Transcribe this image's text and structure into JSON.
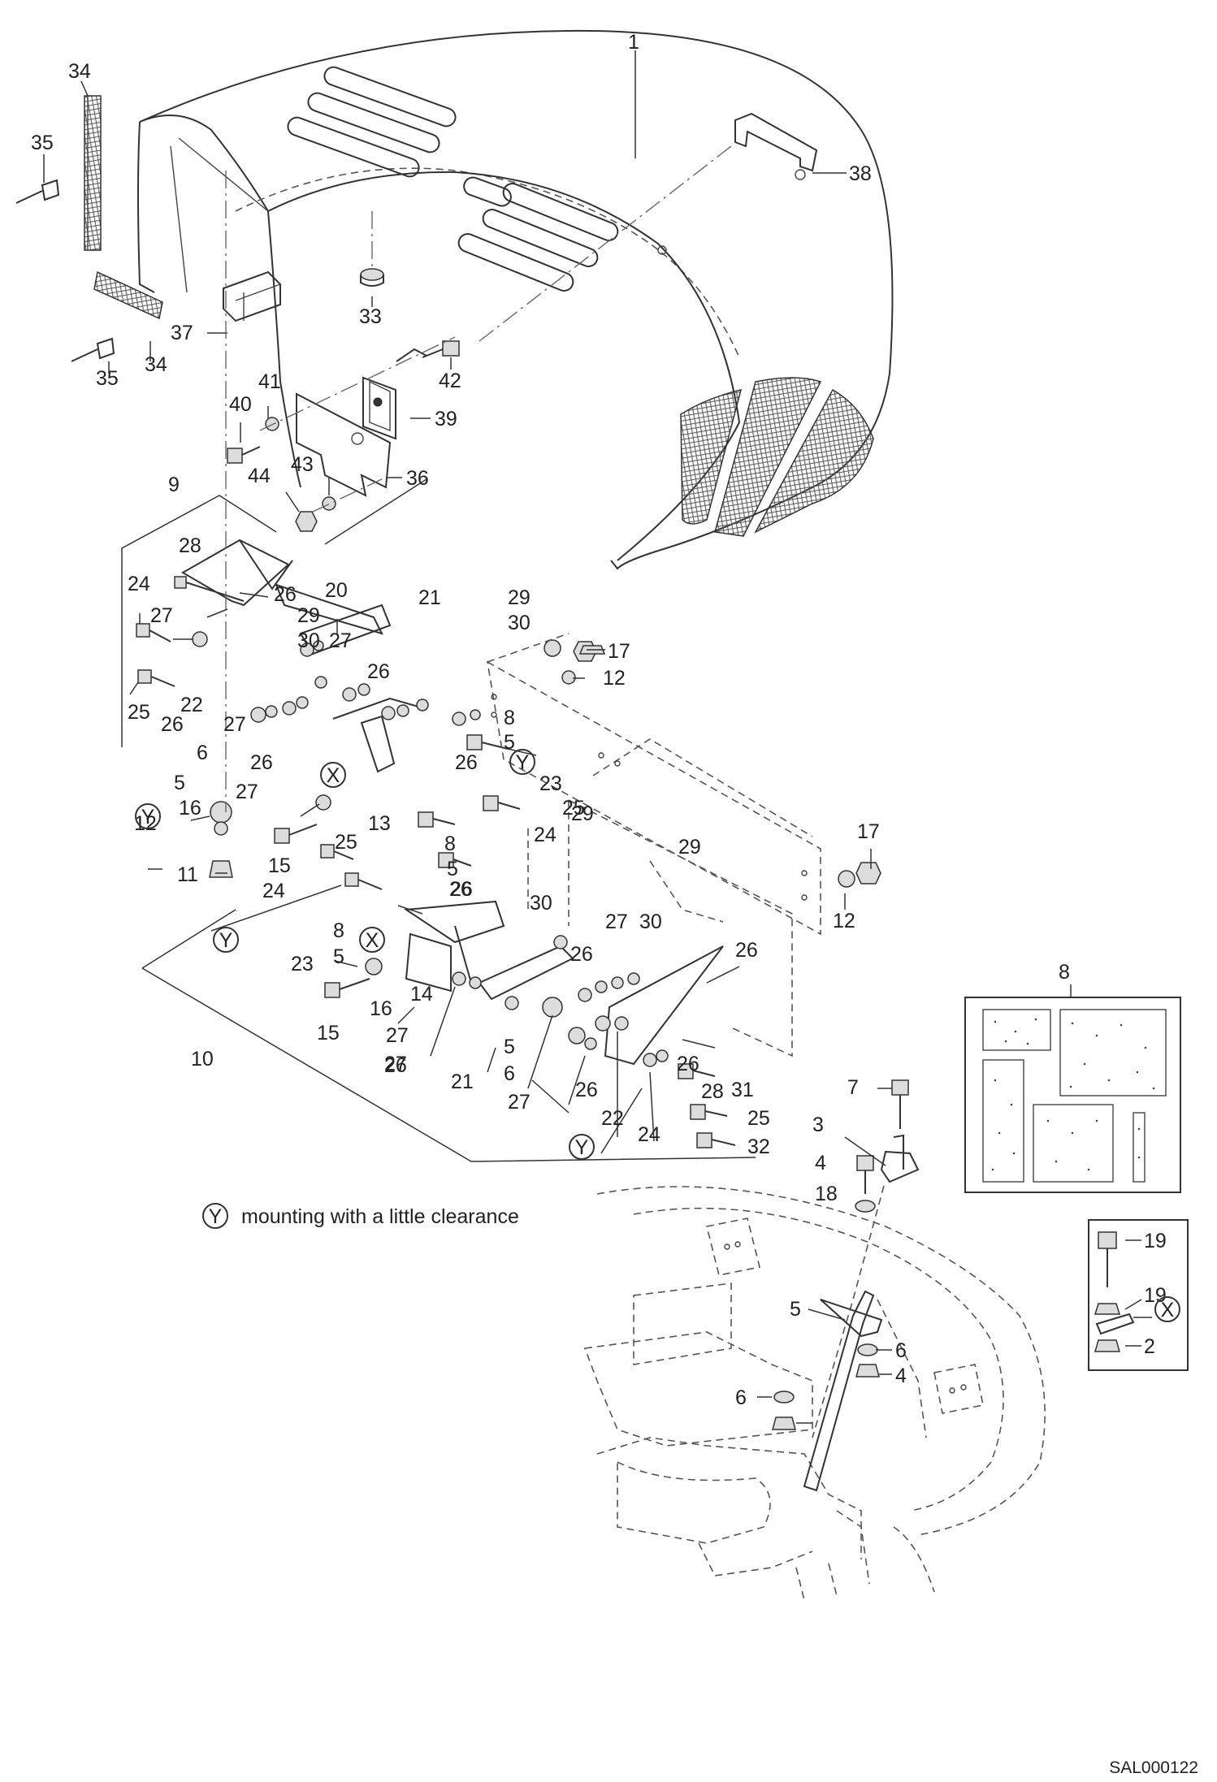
{
  "drawing_code": "SAL000122",
  "note": {
    "marker": "Y",
    "text": "mounting with a little clearance"
  },
  "callouts": [
    {
      "id": "c1",
      "text": "1"
    },
    {
      "id": "c38",
      "text": "38"
    },
    {
      "id": "c34a",
      "text": "34"
    },
    {
      "id": "c35a",
      "text": "35"
    },
    {
      "id": "c37",
      "text": "37"
    },
    {
      "id": "c35b",
      "text": "35"
    },
    {
      "id": "c34b",
      "text": "34"
    },
    {
      "id": "c33",
      "text": "33"
    },
    {
      "id": "c42",
      "text": "42"
    },
    {
      "id": "c40",
      "text": "40"
    },
    {
      "id": "c41",
      "text": "41"
    },
    {
      "id": "c39",
      "text": "39"
    },
    {
      "id": "c44",
      "text": "44"
    },
    {
      "id": "c43",
      "text": "43"
    },
    {
      "id": "c36",
      "text": "36"
    },
    {
      "id": "c9",
      "text": "9"
    },
    {
      "id": "c28a",
      "text": "28"
    },
    {
      "id": "c24a",
      "text": "24"
    },
    {
      "id": "c26a",
      "text": "26"
    },
    {
      "id": "c20",
      "text": "20"
    },
    {
      "id": "c27a",
      "text": "27"
    },
    {
      "id": "c29a",
      "text": "29"
    },
    {
      "id": "c21a",
      "text": "21"
    },
    {
      "id": "c29b",
      "text": "29"
    },
    {
      "id": "c30a",
      "text": "30"
    },
    {
      "id": "c30b",
      "text": "30"
    },
    {
      "id": "c27b",
      "text": "27"
    },
    {
      "id": "c26b",
      "text": "26"
    },
    {
      "id": "c17a",
      "text": "17"
    },
    {
      "id": "c12a",
      "text": "12"
    },
    {
      "id": "c25a",
      "text": "25"
    },
    {
      "id": "c22a",
      "text": "22"
    },
    {
      "id": "c27c",
      "text": "27"
    },
    {
      "id": "c26c",
      "text": "26"
    },
    {
      "id": "c6a",
      "text": "6"
    },
    {
      "id": "c8a",
      "text": "8"
    },
    {
      "id": "c5a",
      "text": "5"
    },
    {
      "id": "c26d",
      "text": "26"
    },
    {
      "id": "c5b",
      "text": "5"
    },
    {
      "id": "c26e",
      "text": "26"
    },
    {
      "id": "c27d",
      "text": "27"
    },
    {
      "id": "c23a",
      "text": "23"
    },
    {
      "id": "c25b",
      "text": "25"
    },
    {
      "id": "c16a",
      "text": "16"
    },
    {
      "id": "c13",
      "text": "13"
    },
    {
      "id": "c24b",
      "text": "24"
    },
    {
      "id": "c12b",
      "text": "12"
    },
    {
      "id": "c8b",
      "text": "8"
    },
    {
      "id": "c5c",
      "text": "5"
    },
    {
      "id": "c15a",
      "text": "15"
    },
    {
      "id": "c25c",
      "text": "25"
    },
    {
      "id": "c11",
      "text": "11"
    },
    {
      "id": "c24c",
      "text": "24"
    },
    {
      "id": "c26f",
      "text": "26"
    },
    {
      "id": "c29c",
      "text": "29"
    },
    {
      "id": "c29d",
      "text": "29"
    },
    {
      "id": "c17b",
      "text": "17"
    },
    {
      "id": "c12c",
      "text": "12"
    },
    {
      "id": "c30c",
      "text": "30"
    },
    {
      "id": "c27e",
      "text": "27"
    },
    {
      "id": "c30d",
      "text": "30"
    },
    {
      "id": "c23b",
      "text": "23"
    },
    {
      "id": "c8c",
      "text": "8"
    },
    {
      "id": "c5d",
      "text": "5"
    },
    {
      "id": "c26g",
      "text": "26"
    },
    {
      "id": "c26h",
      "text": "26"
    },
    {
      "id": "c14",
      "text": "14"
    },
    {
      "id": "c16b",
      "text": "16"
    },
    {
      "id": "c15b",
      "text": "15"
    },
    {
      "id": "c27f",
      "text": "27"
    },
    {
      "id": "c10",
      "text": "10"
    },
    {
      "id": "c26i",
      "text": "26"
    },
    {
      "id": "c5e",
      "text": "5"
    },
    {
      "id": "c6b",
      "text": "6"
    },
    {
      "id": "c26j",
      "text": "26"
    },
    {
      "id": "c21b",
      "text": "21"
    },
    {
      "id": "c27g",
      "text": "27"
    },
    {
      "id": "c27h",
      "text": "27"
    },
    {
      "id": "c26k",
      "text": "26"
    },
    {
      "id": "c26l",
      "text": "26"
    },
    {
      "id": "c28b",
      "text": "28"
    },
    {
      "id": "c31",
      "text": "31"
    },
    {
      "id": "c22b",
      "text": "22"
    },
    {
      "id": "c24d",
      "text": "24"
    },
    {
      "id": "c25d",
      "text": "25"
    },
    {
      "id": "c32",
      "text": "32"
    },
    {
      "id": "c8d",
      "text": "8"
    },
    {
      "id": "c7",
      "text": "7"
    },
    {
      "id": "c3",
      "text": "3"
    },
    {
      "id": "c4a",
      "text": "4"
    },
    {
      "id": "c18",
      "text": "18"
    },
    {
      "id": "c19a",
      "text": "19"
    },
    {
      "id": "c19b",
      "text": "19"
    },
    {
      "id": "c2",
      "text": "2"
    },
    {
      "id": "c5f",
      "text": "5"
    },
    {
      "id": "c6c",
      "text": "6"
    },
    {
      "id": "c4b",
      "text": "4"
    },
    {
      "id": "c6d",
      "text": "6"
    }
  ],
  "markers": [
    {
      "id": "mx1",
      "text": "X"
    },
    {
      "id": "mx2",
      "text": "X"
    },
    {
      "id": "mx3",
      "text": "X"
    },
    {
      "id": "my1",
      "text": "Y"
    },
    {
      "id": "my2",
      "text": "Y"
    },
    {
      "id": "my3",
      "text": "Y"
    },
    {
      "id": "my4",
      "text": "Y"
    }
  ]
}
